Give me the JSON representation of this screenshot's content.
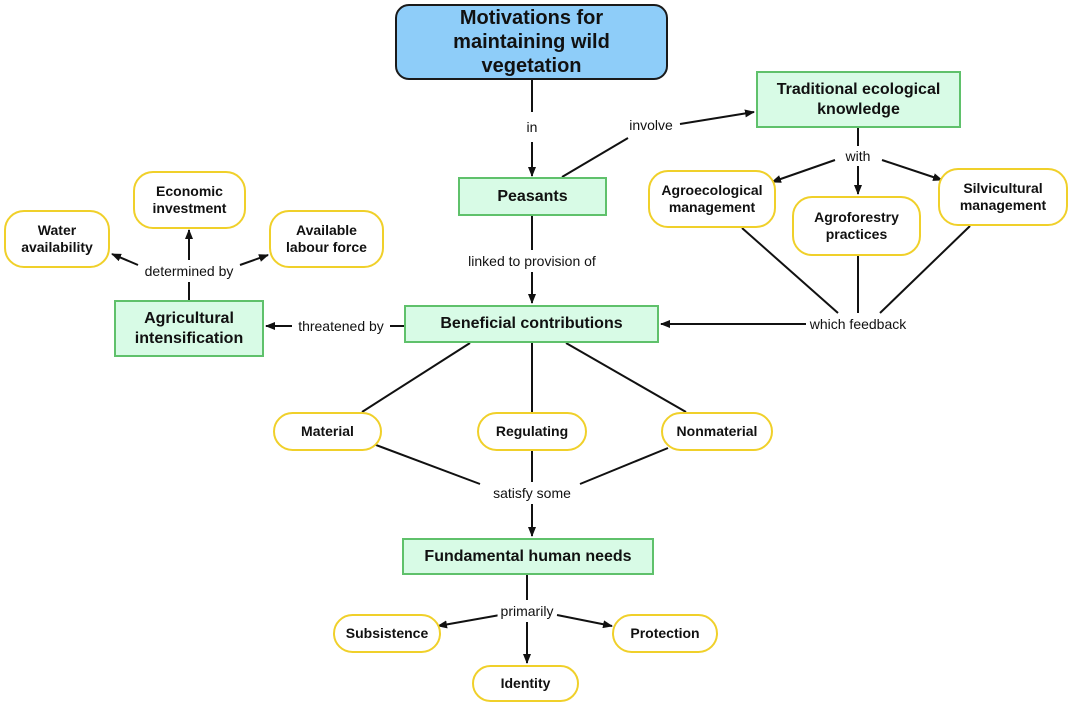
{
  "nodes": {
    "motivations": "Motivations for maintaining wild vegetation",
    "tek": "Traditional ecological knowledge",
    "peasants": "Peasants",
    "agroecological": "Agroecological management",
    "agroforestry": "Agroforestry practices",
    "silvicultural": "Silvicultural management",
    "economic": "Economic investment",
    "water": "Water availability",
    "labour": "Available labour force",
    "agricultural": "Agricultural intensification",
    "beneficial": "Beneficial contributions",
    "material": "Material",
    "regulating": "Regulating",
    "nonmaterial": "Nonmaterial",
    "needs": "Fundamental human needs",
    "subsistence": "Subsistence",
    "protection": "Protection",
    "identity": "Identity"
  },
  "links": {
    "in": "in",
    "involve": "involve",
    "with": "with",
    "determined_by": "determined by",
    "linked": "linked to provision of",
    "threatened_by": "threatened by",
    "which_feedback": "which feedback",
    "satisfy_some": "satisfy some",
    "primarily": "primarily"
  },
  "colors": {
    "main_fill": "#8ecdf9",
    "concept_fill": "#d8fbe6",
    "concept_border": "#5fc16b",
    "attribute_border": "#f0d02a"
  }
}
